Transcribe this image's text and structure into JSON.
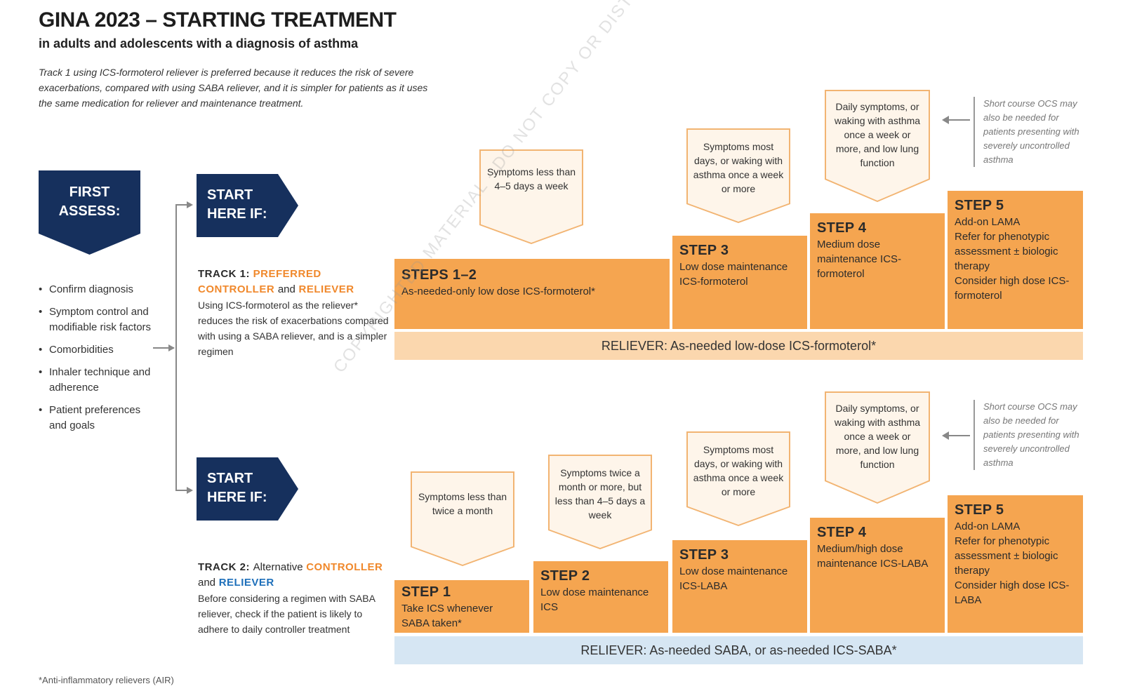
{
  "header": {
    "title": "GINA 2023 – STARTING TREATMENT",
    "subtitle": "in adults and adolescents with a diagnosis of asthma",
    "intro": "Track 1 using ICS-formoterol reliever is preferred because it reduces the risk of severe exacerbations, compared with using SABA reliever, and it is simpler for patients as it uses the same medication for reliever and maintenance treatment."
  },
  "first_assess": {
    "line1": "FIRST",
    "line2": "ASSESS:",
    "items": [
      "Confirm diagnosis",
      "Symptom control and modifiable risk factors",
      "Comorbidities",
      "Inhaler technique and adherence",
      "Patient preferences and goals"
    ]
  },
  "start_here": {
    "line1": "START",
    "line2": "HERE IF:"
  },
  "track1": {
    "label": "TRACK 1:",
    "kw1": "PREFERRED",
    "kw2": "CONTROLLER",
    "conj": "and",
    "kw3": "RELIEVER",
    "body": "Using ICS-formoterol as the reliever* reduces the risk of exacerbations compared with using a SABA reliever, and is a simpler regimen",
    "symptoms": [
      "Symptoms less than 4–5 days a week",
      "Symptoms most days, or waking with asthma once a week or more",
      "Daily symptoms, or waking with asthma once a week or more, and low lung function"
    ],
    "steps": [
      {
        "name": "STEPS 1–2",
        "desc": "As-needed-only low dose ICS-formoterol*"
      },
      {
        "name": "STEP 3",
        "desc": "Low dose maintenance ICS-formoterol"
      },
      {
        "name": "STEP 4",
        "desc": "Medium dose maintenance ICS-formoterol"
      },
      {
        "name": "STEP 5",
        "desc1": "Add-on LAMA",
        "desc2": "Refer for phenotypic assessment ± biologic therapy",
        "desc3": "Consider high dose ICS-formoterol"
      }
    ],
    "reliever": "RELIEVER: As-needed low-dose ICS-formoterol*",
    "ocs_note": "Short course OCS may also be needed for patients presenting with severely uncontrolled asthma"
  },
  "track2": {
    "label": "TRACK 2:",
    "lead": "Alternative",
    "kw2": "CONTROLLER",
    "conj": "and",
    "kw3": "RELIEVER",
    "body": "Before considering a regimen with SABA reliever, check if the patient is likely to adhere to daily controller treatment",
    "symptoms": [
      "Symptoms less than twice a month",
      "Symptoms twice a month or more, but less than 4–5 days a week",
      "Symptoms most days, or waking with asthma once a week or more",
      "Daily symptoms, or waking with asthma once a week or more, and low lung function"
    ],
    "steps": [
      {
        "name": "STEP 1",
        "desc": "Take ICS whenever SABA taken*"
      },
      {
        "name": "STEP 2",
        "desc": "Low dose maintenance ICS"
      },
      {
        "name": "STEP 3",
        "desc": "Low dose maintenance ICS-LABA"
      },
      {
        "name": "STEP 4",
        "desc": "Medium/high dose maintenance ICS-LABA"
      },
      {
        "name": "STEP 5",
        "desc1": "Add-on LAMA",
        "desc2": "Refer for phenotypic assessment ± biologic therapy",
        "desc3": "Consider high dose ICS-LABA"
      }
    ],
    "reliever": "RELIEVER: As-needed SABA, or as-needed ICS-SABA*",
    "ocs_note": "Short course OCS may also be needed for patients presenting with severely uncontrolled asthma"
  },
  "watermark": "COPYRIGHTED MATERIAL - DO NOT COPY OR DISTRIBUTE",
  "footnote": "*Anti-inflammatory relievers (AIR)",
  "colors": {
    "navy": "#16305d",
    "step_orange": "#f5a550",
    "reliever_track1": "#fbd7ae",
    "reliever_track2": "#d6e6f3",
    "keyword_orange": "#f0882b",
    "keyword_blue": "#1d6fba"
  }
}
